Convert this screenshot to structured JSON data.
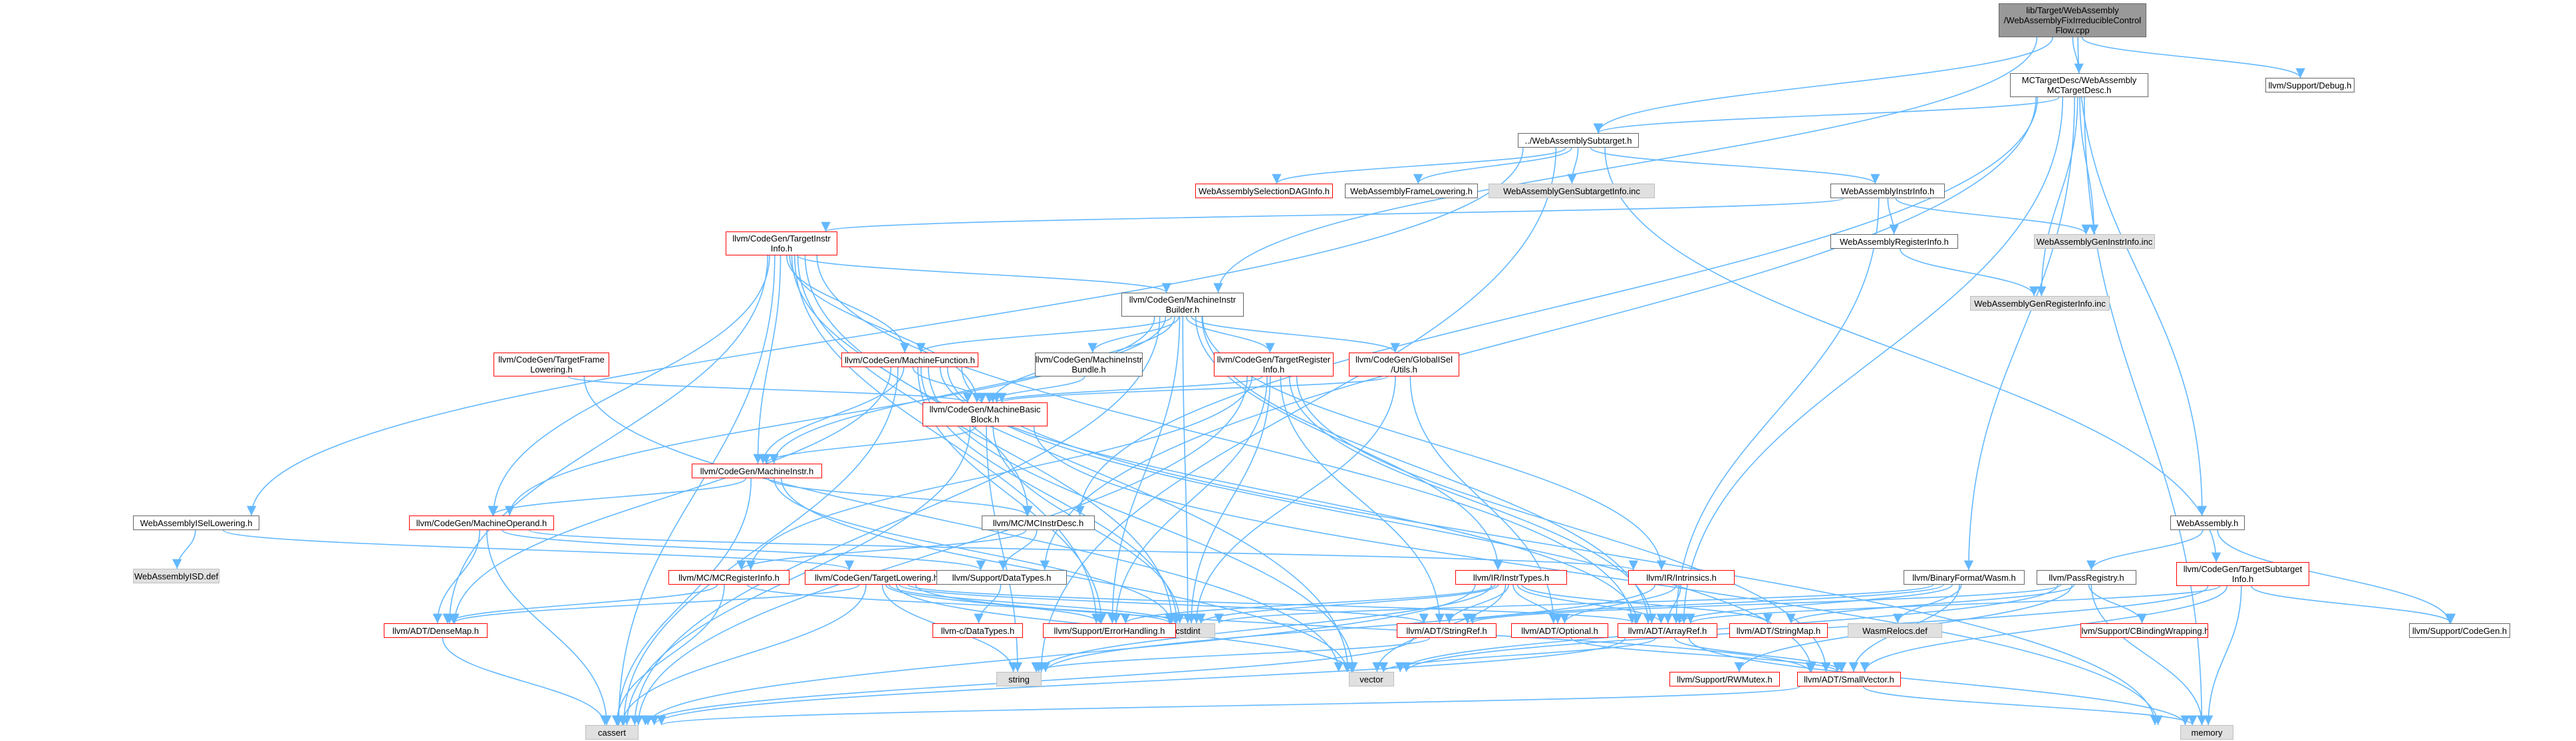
{
  "colors": {
    "edge": "#63b8ff",
    "normal_border": "#666666",
    "missing_border": "#ff0000",
    "external_fill": "#e0e0e0",
    "root_fill": "#999999"
  },
  "nodes": [
    {
      "id": "root",
      "lines": [
        "lib/Target/WebAssembly",
        "/WebAssemblyFixIrreducibleControl",
        "Flow.cpp"
      ],
      "kind": "root"
    },
    {
      "id": "mctd",
      "lines": [
        "MCTargetDesc/WebAssembly",
        "MCTargetDesc.h"
      ],
      "kind": "normal"
    },
    {
      "id": "debug",
      "lines": [
        "llvm/Support/Debug.h"
      ],
      "kind": "normal"
    },
    {
      "id": "subtarget",
      "lines": [
        "../WebAssemblySubtarget.h"
      ],
      "kind": "normal"
    },
    {
      "id": "seldag",
      "lines": [
        "WebAssemblySelectionDAGInfo.h"
      ],
      "kind": "red"
    },
    {
      "id": "framelow",
      "lines": [
        "WebAssemblyFrameLowering.h"
      ],
      "kind": "normal"
    },
    {
      "id": "gensub",
      "lines": [
        "WebAssemblyGenSubtargetInfo.inc"
      ],
      "kind": "grey"
    },
    {
      "id": "instrinfo",
      "lines": [
        "WebAssemblyInstrInfo.h"
      ],
      "kind": "normal"
    },
    {
      "id": "geninstr",
      "lines": [
        "WebAssemblyGenInstrInfo.inc"
      ],
      "kind": "grey"
    },
    {
      "id": "reginfo",
      "lines": [
        "WebAssemblyRegisterInfo.h"
      ],
      "kind": "normal"
    },
    {
      "id": "genreg",
      "lines": [
        "WebAssemblyGenRegisterInfo.inc"
      ],
      "kind": "grey"
    },
    {
      "id": "tii",
      "lines": [
        "llvm/CodeGen/TargetInstr",
        "Info.h"
      ],
      "kind": "red"
    },
    {
      "id": "mib",
      "lines": [
        "llvm/CodeGen/MachineInstr",
        "Builder.h"
      ],
      "kind": "normal"
    },
    {
      "id": "tfl",
      "lines": [
        "llvm/CodeGen/TargetFrame",
        "Lowering.h"
      ],
      "kind": "red"
    },
    {
      "id": "mf",
      "lines": [
        "llvm/CodeGen/MachineFunction.h"
      ],
      "kind": "red"
    },
    {
      "id": "mibundle",
      "lines": [
        "llvm/CodeGen/MachineInstr",
        "Bundle.h"
      ],
      "kind": "normal"
    },
    {
      "id": "tri",
      "lines": [
        "llvm/CodeGen/TargetRegister",
        "Info.h"
      ],
      "kind": "red"
    },
    {
      "id": "gisel",
      "lines": [
        "llvm/CodeGen/GlobalISel",
        "/Utils.h"
      ],
      "kind": "red"
    },
    {
      "id": "mbb",
      "lines": [
        "llvm/CodeGen/MachineBasic",
        "Block.h"
      ],
      "kind": "red"
    },
    {
      "id": "mi",
      "lines": [
        "llvm/CodeGen/MachineInstr.h"
      ],
      "kind": "red"
    },
    {
      "id": "mo",
      "lines": [
        "llvm/CodeGen/MachineOperand.h"
      ],
      "kind": "red"
    },
    {
      "id": "mcid",
      "lines": [
        "llvm/MC/MCInstrDesc.h"
      ],
      "kind": "normal"
    },
    {
      "id": "isellow",
      "lines": [
        "WebAssemblyISelLowering.h"
      ],
      "kind": "normal"
    },
    {
      "id": "isd",
      "lines": [
        "WebAssemblyISD.def"
      ],
      "kind": "grey"
    },
    {
      "id": "mcreg",
      "lines": [
        "llvm/MC/MCRegisterInfo.h"
      ],
      "kind": "red"
    },
    {
      "id": "tl",
      "lines": [
        "llvm/CodeGen/TargetLowering.h"
      ],
      "kind": "red"
    },
    {
      "id": "datatypes",
      "lines": [
        "llvm/Support/DataTypes.h"
      ],
      "kind": "normal"
    },
    {
      "id": "cdt",
      "lines": [
        "llvm-c/DataTypes.h"
      ],
      "kind": "red"
    },
    {
      "id": "densemap",
      "lines": [
        "llvm/ADT/DenseMap.h"
      ],
      "kind": "red"
    },
    {
      "id": "instrtypes",
      "lines": [
        "llvm/IR/InstrTypes.h"
      ],
      "kind": "red"
    },
    {
      "id": "intrinsics",
      "lines": [
        "llvm/IR/Intrinsics.h"
      ],
      "kind": "red"
    },
    {
      "id": "binwasm",
      "lines": [
        "llvm/BinaryFormat/Wasm.h"
      ],
      "kind": "normal"
    },
    {
      "id": "passreg",
      "lines": [
        "llvm/PassRegistry.h"
      ],
      "kind": "normal"
    },
    {
      "id": "wasmh",
      "lines": [
        "WebAssembly.h"
      ],
      "kind": "normal"
    },
    {
      "id": "tsi",
      "lines": [
        "llvm/CodeGen/TargetSubtarget",
        "Info.h"
      ],
      "kind": "red"
    },
    {
      "id": "cdint",
      "lines": [
        "cstdint"
      ],
      "kind": "grey"
    },
    {
      "id": "errh",
      "lines": [
        "llvm/Support/ErrorHandling.h"
      ],
      "kind": "red"
    },
    {
      "id": "stringref",
      "lines": [
        "llvm/ADT/StringRef.h"
      ],
      "kind": "red"
    },
    {
      "id": "optional",
      "lines": [
        "llvm/ADT/Optional.h"
      ],
      "kind": "red"
    },
    {
      "id": "arrayref",
      "lines": [
        "llvm/ADT/ArrayRef.h"
      ],
      "kind": "red"
    },
    {
      "id": "stringmap",
      "lines": [
        "llvm/ADT/StringMap.h"
      ],
      "kind": "red"
    },
    {
      "id": "wasmrelocs",
      "lines": [
        "WasmRelocs.def"
      ],
      "kind": "grey"
    },
    {
      "id": "cbinding",
      "lines": [
        "llvm/Support/CBindingWrapping.h"
      ],
      "kind": "red"
    },
    {
      "id": "codegen",
      "lines": [
        "llvm/Support/CodeGen.h"
      ],
      "kind": "normal"
    },
    {
      "id": "string",
      "lines": [
        "string"
      ],
      "kind": "grey"
    },
    {
      "id": "vector",
      "lines": [
        "vector"
      ],
      "kind": "grey"
    },
    {
      "id": "rwmutex",
      "lines": [
        "llvm/Support/RWMutex.h"
      ],
      "kind": "red"
    },
    {
      "id": "smallvec",
      "lines": [
        "llvm/ADT/SmallVector.h"
      ],
      "kind": "red"
    },
    {
      "id": "cassert",
      "lines": [
        "cassert"
      ],
      "kind": "grey"
    },
    {
      "id": "memory",
      "lines": [
        "memory"
      ],
      "kind": "grey"
    }
  ],
  "edges": [
    [
      "root",
      "mctd"
    ],
    [
      "root",
      "debug"
    ],
    [
      "root",
      "subtarget"
    ],
    [
      "root",
      "mib"
    ],
    [
      "root",
      "wasmh"
    ],
    [
      "mctd",
      "subtarget"
    ],
    [
      "mctd",
      "binwasm"
    ],
    [
      "mctd",
      "geninstr"
    ],
    [
      "mctd",
      "genreg"
    ],
    [
      "mctd",
      "memory"
    ],
    [
      "mctd",
      "mcid"
    ],
    [
      "mctd",
      "datatypes"
    ],
    [
      "mctd",
      "arrayref"
    ],
    [
      "subtarget",
      "seldag"
    ],
    [
      "subtarget",
      "framelow"
    ],
    [
      "subtarget",
      "gensub"
    ],
    [
      "subtarget",
      "instrinfo"
    ],
    [
      "subtarget",
      "isellow"
    ],
    [
      "subtarget",
      "tsi"
    ],
    [
      "subtarget",
      "string"
    ],
    [
      "instrinfo",
      "tii"
    ],
    [
      "instrinfo",
      "geninstr"
    ],
    [
      "instrinfo",
      "reginfo"
    ],
    [
      "instrinfo",
      "arrayref"
    ],
    [
      "reginfo",
      "genreg"
    ],
    [
      "tii",
      "mib"
    ],
    [
      "tii",
      "mf"
    ],
    [
      "tii",
      "mbb"
    ],
    [
      "tii",
      "mi"
    ],
    [
      "tii",
      "mo"
    ],
    [
      "tii",
      "densemap"
    ],
    [
      "tii",
      "arrayref"
    ],
    [
      "tii",
      "cassert"
    ],
    [
      "tii",
      "cdint"
    ],
    [
      "tii",
      "vector"
    ],
    [
      "tii",
      "mcid"
    ],
    [
      "tii",
      "errh"
    ],
    [
      "mib",
      "mf"
    ],
    [
      "mib",
      "mibundle"
    ],
    [
      "mib",
      "tri"
    ],
    [
      "mib",
      "gisel"
    ],
    [
      "mib",
      "mbb"
    ],
    [
      "mib",
      "mi"
    ],
    [
      "mib",
      "mo"
    ],
    [
      "mib",
      "instrtypes"
    ],
    [
      "mib",
      "intrinsics"
    ],
    [
      "mib",
      "errh"
    ],
    [
      "mib",
      "cdint"
    ],
    [
      "mib",
      "cassert"
    ],
    [
      "mib",
      "arrayref"
    ],
    [
      "tfl",
      "mbb"
    ],
    [
      "tfl",
      "vector"
    ],
    [
      "mf",
      "mbb"
    ],
    [
      "mf",
      "mi"
    ],
    [
      "mf",
      "densemap"
    ],
    [
      "mf",
      "arrayref"
    ],
    [
      "mf",
      "smallvec"
    ],
    [
      "mf",
      "cassert"
    ],
    [
      "mf",
      "cdint"
    ],
    [
      "mf",
      "vector"
    ],
    [
      "mf",
      "memory"
    ],
    [
      "mf",
      "errh"
    ],
    [
      "mibundle",
      "mbb"
    ],
    [
      "tri",
      "mbb"
    ],
    [
      "tri",
      "mcreg"
    ],
    [
      "tri",
      "arrayref"
    ],
    [
      "tri",
      "smallvec"
    ],
    [
      "tri",
      "stringref"
    ],
    [
      "tri",
      "cdint"
    ],
    [
      "tri",
      "cassert"
    ],
    [
      "tri",
      "errh"
    ],
    [
      "gisel",
      "mbb"
    ],
    [
      "gisel",
      "cdint"
    ],
    [
      "gisel",
      "optional"
    ],
    [
      "mbb",
      "mi"
    ],
    [
      "mbb",
      "cassert"
    ],
    [
      "mbb",
      "cdint"
    ],
    [
      "mbb",
      "string"
    ],
    [
      "mbb",
      "memory"
    ],
    [
      "mi",
      "mo"
    ],
    [
      "mi",
      "mcid"
    ],
    [
      "mi",
      "cdint"
    ],
    [
      "mi",
      "cassert"
    ],
    [
      "mi",
      "vector"
    ],
    [
      "mo",
      "densemap"
    ],
    [
      "mo",
      "datatypes"
    ],
    [
      "mo",
      "cassert"
    ],
    [
      "mo",
      "intrinsics"
    ],
    [
      "mcid",
      "datatypes"
    ],
    [
      "mcid",
      "mcreg"
    ],
    [
      "isellow",
      "isd"
    ],
    [
      "isellow",
      "tl"
    ],
    [
      "mcreg",
      "densemap"
    ],
    [
      "mcreg",
      "cassert"
    ],
    [
      "mcreg",
      "cdint"
    ],
    [
      "tl",
      "densemap"
    ],
    [
      "tl",
      "arrayref"
    ],
    [
      "tl",
      "stringref"
    ],
    [
      "tl",
      "smallvec"
    ],
    [
      "tl",
      "cdint"
    ],
    [
      "tl",
      "string"
    ],
    [
      "tl",
      "vector"
    ],
    [
      "tl",
      "cassert"
    ],
    [
      "tl",
      "errh"
    ],
    [
      "datatypes",
      "cdt"
    ],
    [
      "densemap",
      "cassert"
    ],
    [
      "instrtypes",
      "arrayref"
    ],
    [
      "instrtypes",
      "optional"
    ],
    [
      "instrtypes",
      "stringmap"
    ],
    [
      "instrtypes",
      "stringref"
    ],
    [
      "instrtypes",
      "cdint"
    ],
    [
      "instrtypes",
      "string"
    ],
    [
      "instrtypes",
      "vector"
    ],
    [
      "instrtypes",
      "cassert"
    ],
    [
      "instrtypes",
      "errh"
    ],
    [
      "intrinsics",
      "arrayref"
    ],
    [
      "intrinsics",
      "optional"
    ],
    [
      "intrinsics",
      "string"
    ],
    [
      "binwasm",
      "arrayref"
    ],
    [
      "binwasm",
      "stringref"
    ],
    [
      "binwasm",
      "wasmrelocs"
    ],
    [
      "binwasm",
      "cdint"
    ],
    [
      "binwasm",
      "smallvec"
    ],
    [
      "wasmh",
      "passreg"
    ],
    [
      "wasmh",
      "codegen"
    ],
    [
      "passreg",
      "cbinding"
    ],
    [
      "passreg",
      "rwmutex"
    ],
    [
      "passreg",
      "stringmap"
    ],
    [
      "passreg",
      "stringref"
    ],
    [
      "passreg",
      "memory"
    ],
    [
      "passreg",
      "vector"
    ],
    [
      "tsi",
      "arrayref"
    ],
    [
      "tsi",
      "smallvec"
    ],
    [
      "tsi",
      "codegen"
    ],
    [
      "tsi",
      "memory"
    ],
    [
      "tsi",
      "vector"
    ],
    [
      "stringref",
      "cassert"
    ],
    [
      "stringref",
      "string"
    ],
    [
      "arrayref",
      "smallvec"
    ],
    [
      "arrayref",
      "cassert"
    ],
    [
      "arrayref",
      "vector"
    ],
    [
      "arrayref",
      "memory"
    ],
    [
      "optional",
      "smallvec"
    ],
    [
      "smallvec",
      "cassert"
    ],
    [
      "smallvec",
      "memory"
    ]
  ]
}
